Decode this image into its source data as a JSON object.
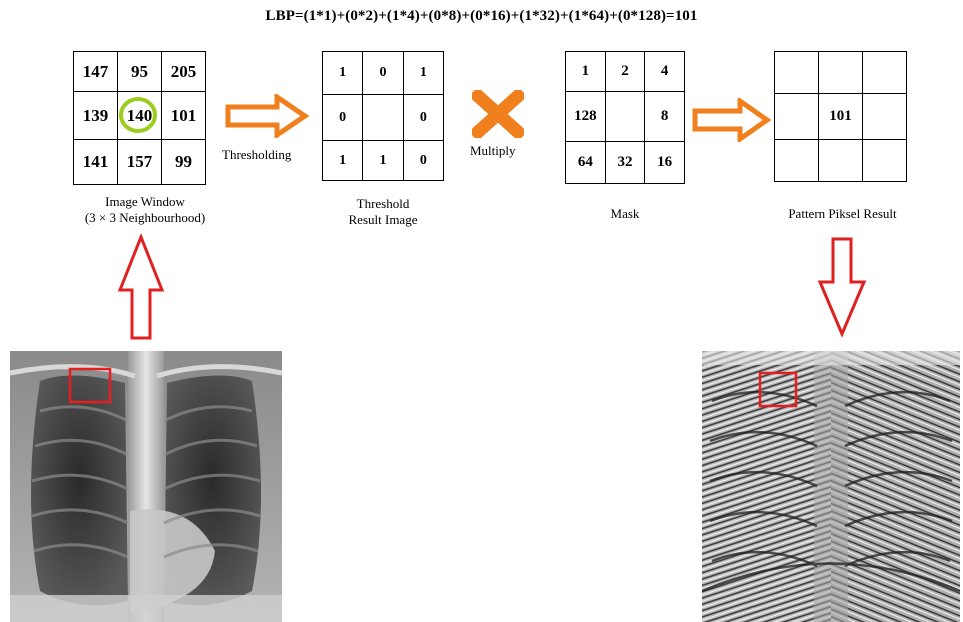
{
  "formula": "LBP=(1*1)+(0*2)+(1*4)+(0*8)+(0*16)+(1*32)+(1*64)+(0*128)=101",
  "image_window": {
    "cells": [
      [
        "147",
        "95",
        "205"
      ],
      [
        "139",
        "140",
        "101"
      ],
      [
        "141",
        "157",
        "99"
      ]
    ],
    "caption_line1": "Image Window",
    "caption_line2": "(3 × 3 Neighbourhood)"
  },
  "threshold": {
    "cells": [
      [
        "1",
        "0",
        "1"
      ],
      [
        "0",
        "",
        "0"
      ],
      [
        "1",
        "1",
        "0"
      ]
    ],
    "caption_line1": "Threshold",
    "caption_line2": "Result Image"
  },
  "mask": {
    "cells": [
      [
        "1",
        "2",
        "4"
      ],
      [
        "128",
        "",
        "8"
      ],
      [
        "64",
        "32",
        "16"
      ]
    ],
    "caption": "Mask"
  },
  "pattern": {
    "cells": [
      [
        "",
        "",
        ""
      ],
      [
        "",
        "101",
        ""
      ],
      [
        "",
        "",
        ""
      ]
    ],
    "caption": "Pattern Piksel Result"
  },
  "step_labels": {
    "thresholding": "Thresholding",
    "multiply": "Multiply"
  },
  "colors": {
    "orange_arrow": "#f07f1e",
    "red_arrow": "#e02020",
    "highlight_circle": "#9ccc1c",
    "roi_box": "#e81e1e"
  }
}
